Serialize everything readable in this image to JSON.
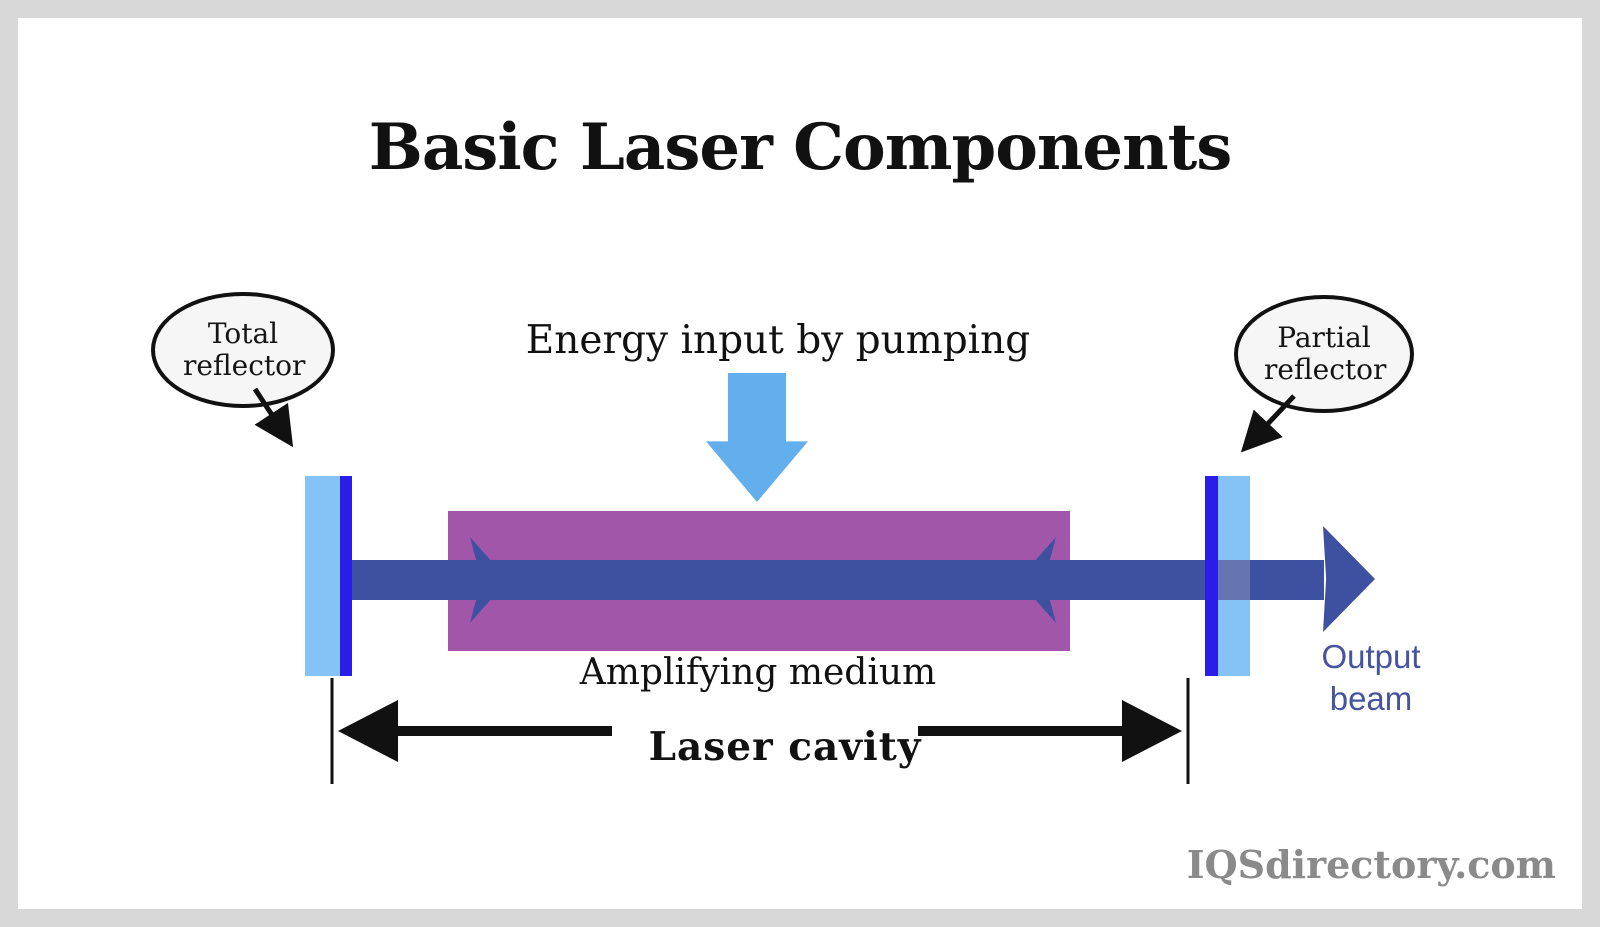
{
  "title": "Basic Laser Components",
  "callouts": {
    "total_reflector": "Total reflector",
    "partial_reflector": "Partial reflector"
  },
  "labels": {
    "energy_input": "Energy input by pumping",
    "amplifying_medium": "Amplifying medium",
    "laser_cavity": "Laser cavity",
    "output_beam": "Output beam"
  },
  "watermark": "IQSdirectory.com",
  "colors": {
    "frame_gray": "#d8d8d8",
    "medium_purple": "#a156a9",
    "beam_blue": "#3e51a1",
    "beam_blend": "#6674af",
    "mirror_light_blue": "#85c2f6",
    "mirror_dark_blue": "#2b1de8",
    "pump_arrow_blue": "#63aeec",
    "output_text_blue": "#46549e",
    "annotation_black": "#111111",
    "watermark_gray": "#8a8a8a",
    "callout_fill": "#f6f6f6"
  }
}
